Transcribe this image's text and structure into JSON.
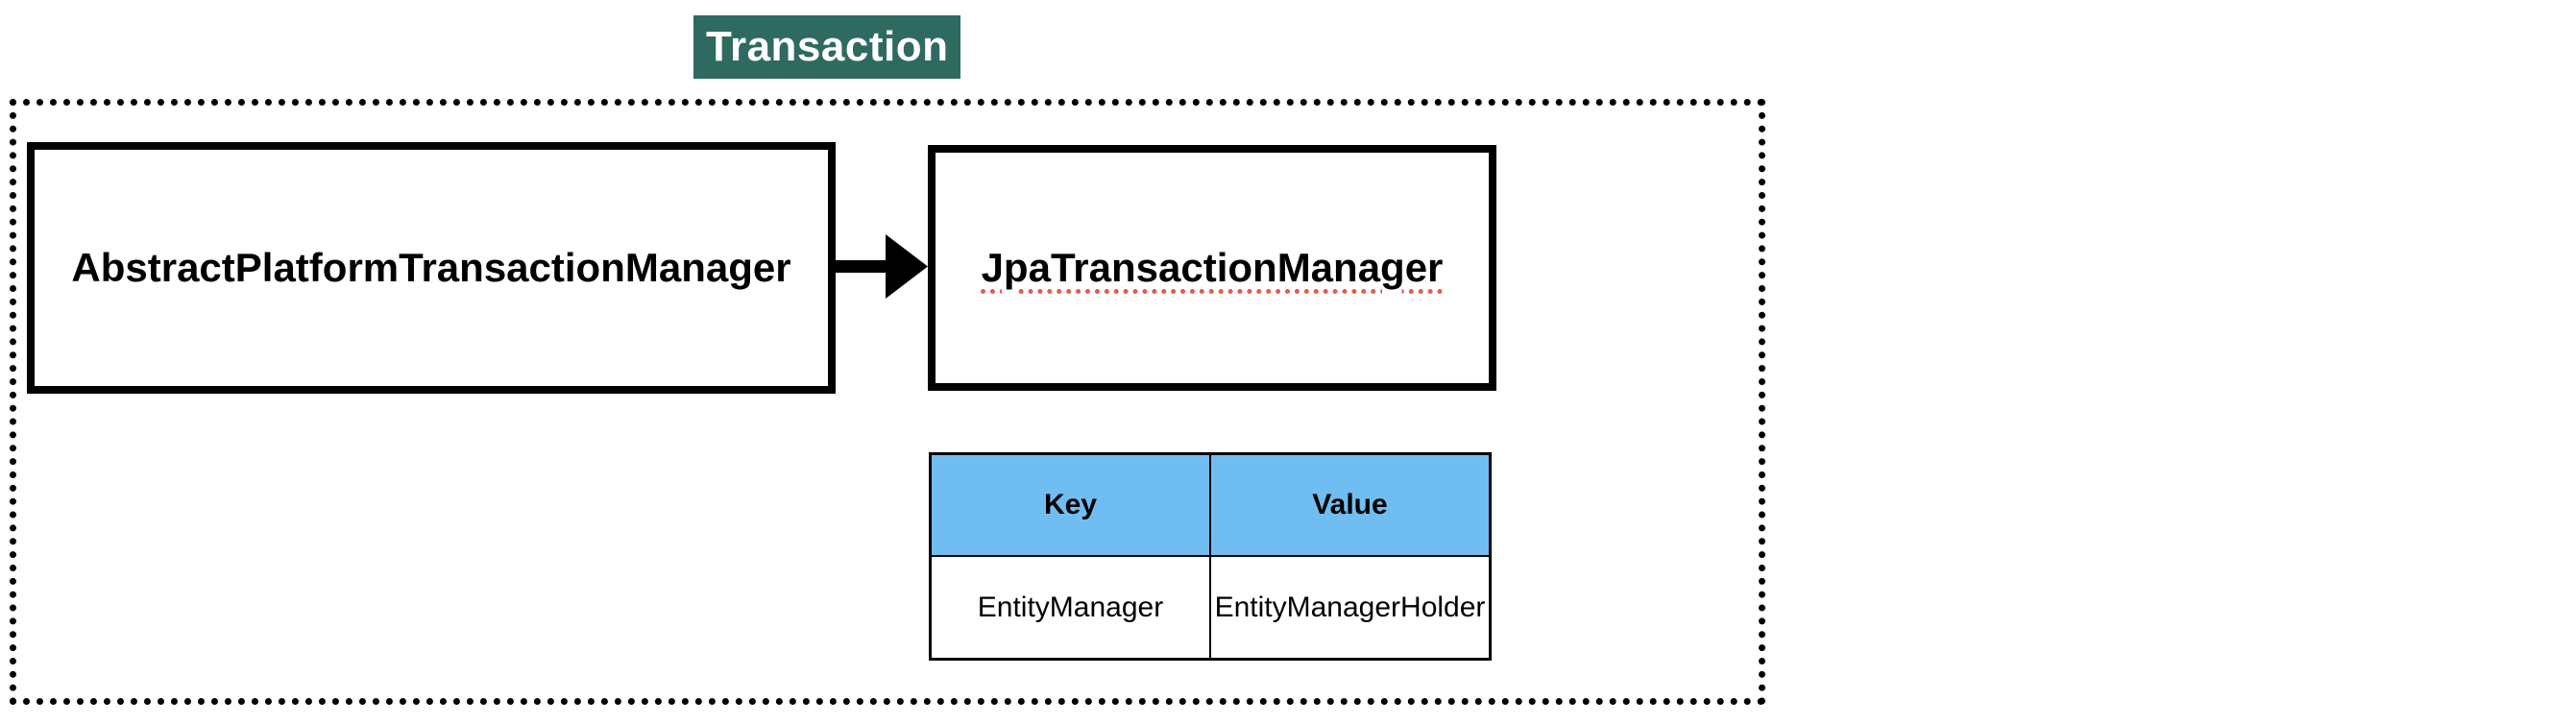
{
  "title_label": {
    "text": "Transaction"
  },
  "colors": {
    "label_bg": "#2F6A60",
    "label_fg": "#FFFFFF",
    "box_border": "#000000",
    "container_border": "#000000",
    "table_header_bg": "#70BDF2",
    "spellcheck_underline": "#E8594A",
    "arrow": "#000000"
  },
  "boxes": [
    {
      "title": "AbstractPlatformTransactionManager"
    },
    {
      "title": "JpaTransactionManager"
    }
  ],
  "arrow": {
    "direction": "right",
    "from": "AbstractPlatformTransactionManager",
    "to": "JpaTransactionManager"
  },
  "table": {
    "headers": [
      "Key",
      "Value"
    ],
    "rows": [
      [
        "EntityManager",
        "EntityManagerHolder"
      ]
    ]
  }
}
